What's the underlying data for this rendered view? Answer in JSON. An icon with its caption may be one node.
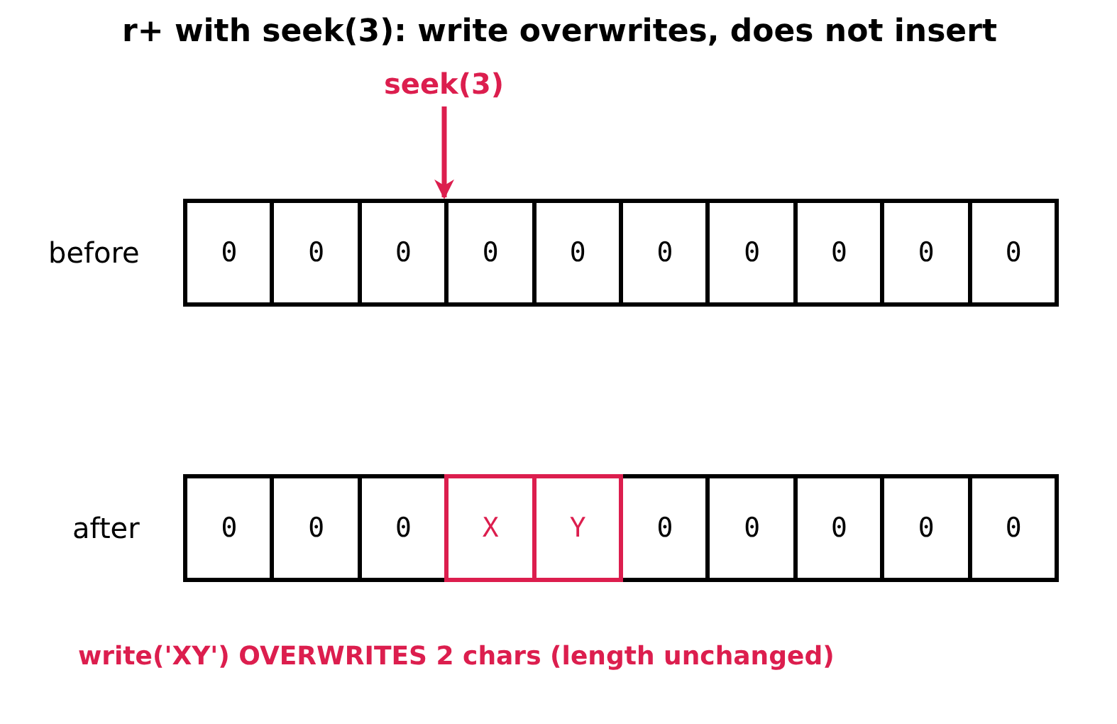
{
  "diagram": {
    "title": "r+ with seek(3): write overwrites, does not insert",
    "caption": "write('XY') OVERWRITES 2 chars (length unchanged)",
    "nodes": [
      {
        "text": [
          "seek(3)"
        ]
      },
      {
        "text": [
          "0"
        ]
      },
      {
        "text": [
          "0"
        ]
      },
      {
        "text": [
          "0"
        ]
      },
      {
        "text": [
          "0"
        ]
      },
      {
        "text": [
          "0"
        ]
      },
      {
        "text": [
          "0"
        ]
      },
      {
        "text": [
          "0"
        ]
      },
      {
        "text": [
          "0"
        ]
      },
      {
        "text": [
          "0"
        ]
      },
      {
        "text": [
          "0"
        ]
      },
      {
        "text": [
          "0"
        ]
      },
      {
        "text": [
          "0"
        ]
      },
      {
        "text": [
          "0"
        ]
      },
      {
        "text": [
          "X"
        ]
      },
      {
        "text": [
          "Y"
        ]
      },
      {
        "text": [
          "0"
        ]
      },
      {
        "text": [
          "0"
        ]
      },
      {
        "text": [
          "0"
        ]
      },
      {
        "text": [
          "0"
        ]
      },
      {
        "text": [
          "0"
        ]
      }
    ],
    "edges": [
      {
        "from": 0,
        "to": 4,
        "arrow": "to"
      }
    ],
    "labels": [
      "before",
      "after"
    ]
  }
}
